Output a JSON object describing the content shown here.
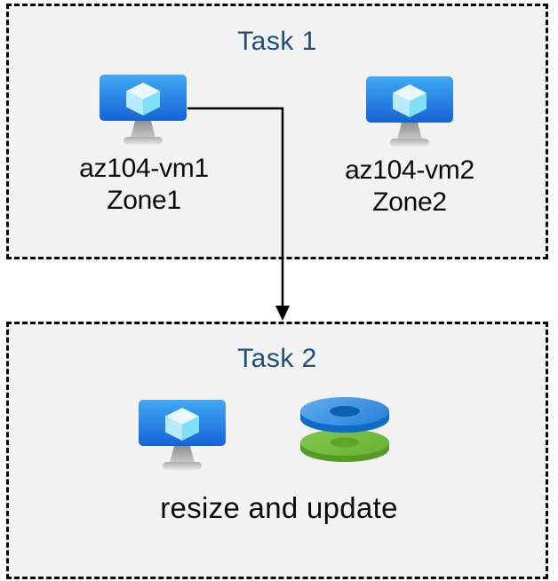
{
  "colors": {
    "title_accent": "#1f4e79",
    "panel_background": "#f2f2f2",
    "panel_border": "#000000",
    "vm_screen_blue_top": "#41a9f3",
    "vm_screen_blue_bottom": "#1563d6",
    "disk_blue": "#2f86dc",
    "disk_green": "#6ab636",
    "label_text": "#000000"
  },
  "icons": {
    "vm": "virtual-machine-icon",
    "disks": "managed-disks-icon",
    "arrow": "connector-arrow"
  },
  "task1": {
    "title": "Task 1",
    "vms": [
      {
        "name": "az104-vm1",
        "zone": "Zone1"
      },
      {
        "name": "az104-vm2",
        "zone": "Zone2"
      }
    ]
  },
  "task2": {
    "title": "Task 2",
    "caption": "resize and update"
  },
  "connector": {
    "from": "az104-vm1",
    "to": "Task 2"
  }
}
